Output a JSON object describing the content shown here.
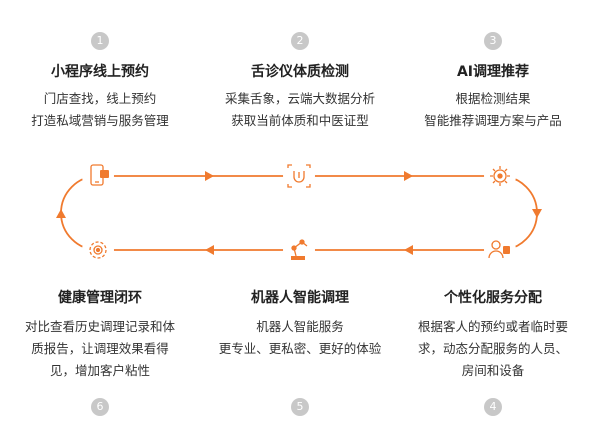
{
  "steps": [
    {
      "num": "1",
      "title": "小程序线上预约",
      "lines": [
        "门店查找，线上预约",
        "打造私域营销与服务管理"
      ]
    },
    {
      "num": "2",
      "title": "舌诊仪体质检测",
      "lines": [
        "采集舌象，云端大数据分析",
        "获取当前体质和中医证型"
      ]
    },
    {
      "num": "3",
      "title": "AI调理推荐",
      "lines": [
        "根据检测结果",
        "智能推荐调理方案与产品"
      ]
    },
    {
      "num": "4",
      "title": "个性化服务分配",
      "lines": [
        "根据客人的预约或者临时要",
        "求，动态分配服务的人员、",
        "房间和设备"
      ]
    },
    {
      "num": "5",
      "title": "机器人智能调理",
      "lines": [
        "机器人智能服务",
        "更专业、更私密、更好的体验"
      ]
    },
    {
      "num": "6",
      "title": "健康管理闭环",
      "lines": [
        "对比查看历史调理记录和体",
        "质报告，让调理效果看得",
        "见，增加客户粘性"
      ]
    }
  ],
  "icons": [
    "phone-booking-icon",
    "tongue-scan-icon",
    "ai-gear-icon",
    "service-allocation-icon",
    "robot-arm-icon",
    "health-cycle-icon"
  ],
  "colors": {
    "accent": "#f07a2e",
    "number_bg": "#c8c8c8"
  }
}
